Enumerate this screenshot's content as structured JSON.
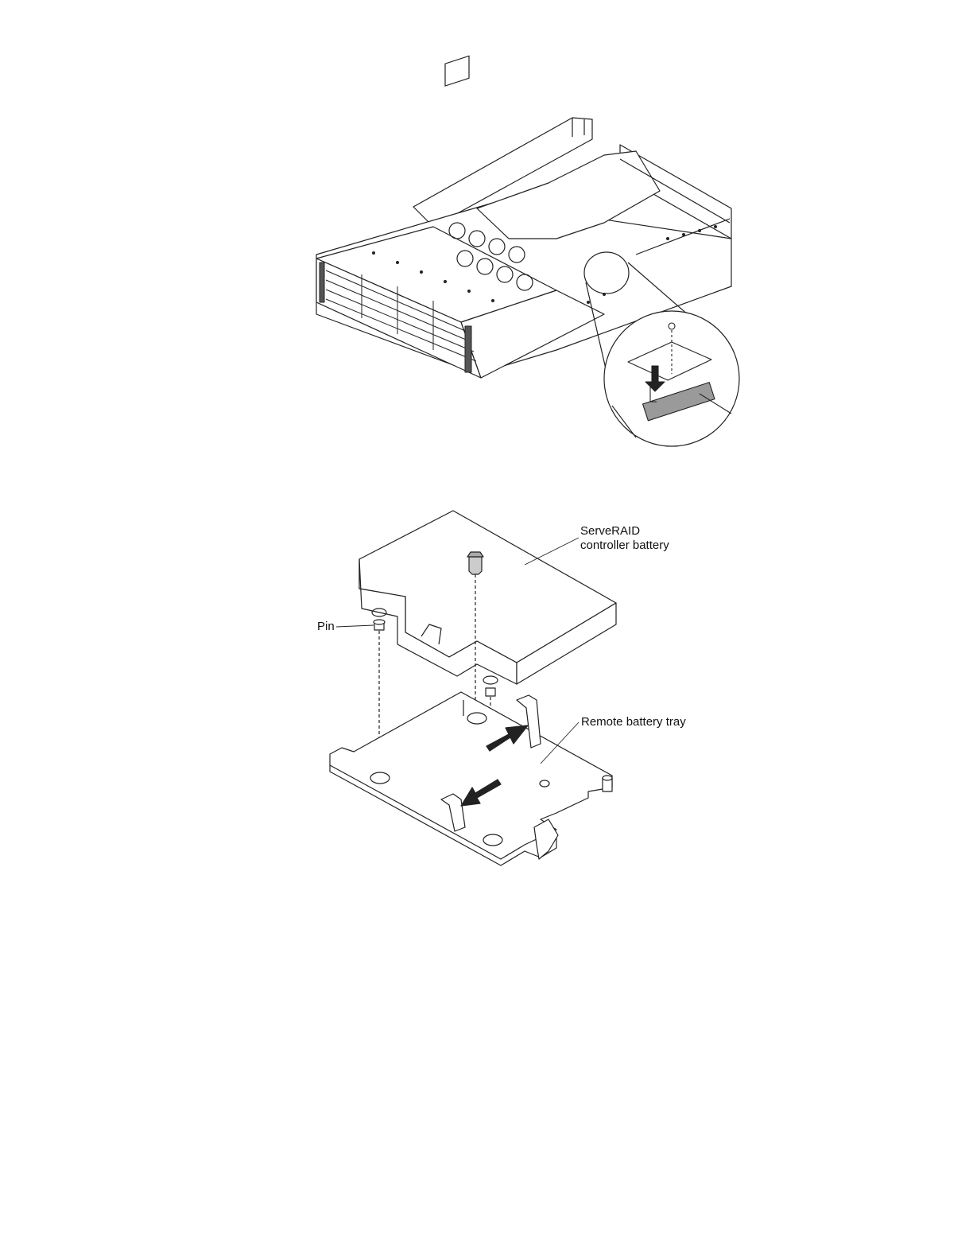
{
  "figure2": {
    "labels": {
      "battery_line1": "ServeRAID",
      "battery_line2": "controller battery",
      "pin": "Pin",
      "tray": "Remote battery tray"
    }
  },
  "colors": {
    "line": "#222222",
    "shade": "#9a9a9a",
    "background": "#ffffff"
  }
}
